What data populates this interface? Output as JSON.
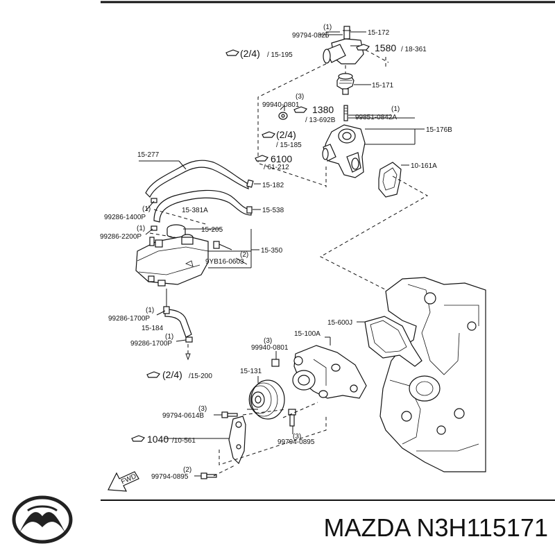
{
  "labels": {
    "l1": "(1)",
    "l2": "99794-0825",
    "l3": "15-172",
    "l4": "(2/4)",
    "l5": "/ 15-195",
    "l6": "1580",
    "l7": "/ 18-361",
    "l8": "15-171",
    "l9": "(3)",
    "l10": "99940-0801",
    "l11": "1380",
    "l12": "/ 13-692B",
    "l13": "(1)",
    "l14": "99851-0842A",
    "l15": "(2/4)",
    "l16": "/ 15-185",
    "l17": "15-176B",
    "l18": "15-277",
    "l19": "6100",
    "l20": "/ 61-212",
    "l21": "10-161A",
    "l22": "15-182",
    "l23": "(1)",
    "l24": "99286-1400P",
    "l25": "15-381A",
    "l26": "15-538",
    "l27": "(1)",
    "l28": "99286-2200P",
    "l29": "15-205",
    "l30": "(2)",
    "l31": "9YB16-0603",
    "l32": "15-350",
    "l33": "(1)",
    "l34": "99286-1700P",
    "l35": "15-600J",
    "l36": "15-184",
    "l37": "(1)",
    "l38": "99286-1700P",
    "l39": "(3)",
    "l40": "99940-0801",
    "l41": "15-100A",
    "l42": "15-131",
    "l43": "(2/4)",
    "l44": "/15-200",
    "l45": "(3)",
    "l46": "99794-0614B",
    "l47": "(3)",
    "l48": "99794-0895",
    "l49": "1040",
    "l50": "/10-561",
    "l51": "(2)",
    "l52": "99794-0895",
    "l53": "FWD"
  },
  "brand_text": "MAZDA N3H115171",
  "icons": [
    "mazda-logo-icon",
    "reference-hand-icon",
    "fwd-arrow-icon"
  ]
}
